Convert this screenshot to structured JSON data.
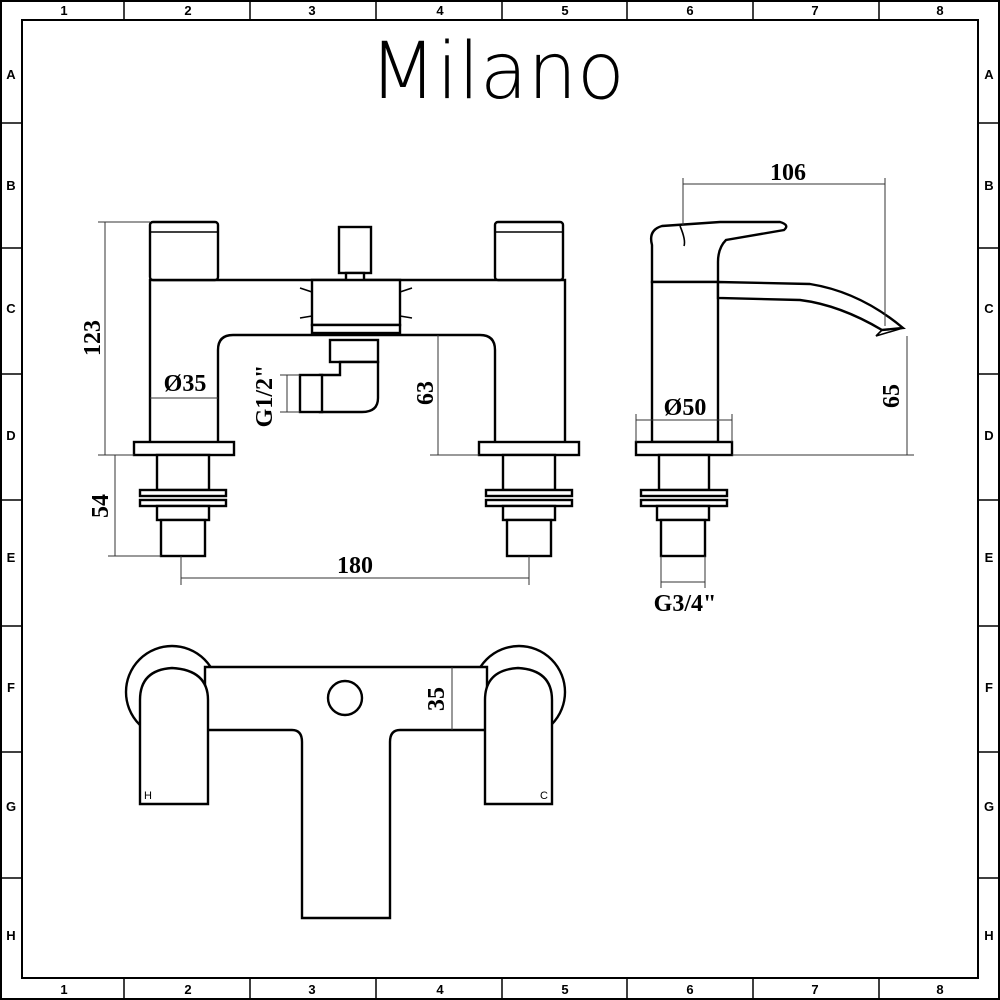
{
  "title": "Milano",
  "grid": {
    "columns": [
      "1",
      "2",
      "3",
      "4",
      "5",
      "6",
      "7",
      "8"
    ],
    "rows": [
      "A",
      "B",
      "C",
      "D",
      "E",
      "F",
      "G",
      "H"
    ]
  },
  "dimensions": {
    "overall_height": "123",
    "body_diameter": "Ø35",
    "outlet_thread": "G1/2\"",
    "spout_clearance": "63",
    "shank_length": "54",
    "centres": "180",
    "spout_reach": "106",
    "base_diameter": "Ø50",
    "side_spout_height": "65",
    "inlet_thread": "G3/4\"",
    "plan_depth": "35"
  },
  "handle_marks": {
    "hot": "H",
    "cold": "C"
  }
}
